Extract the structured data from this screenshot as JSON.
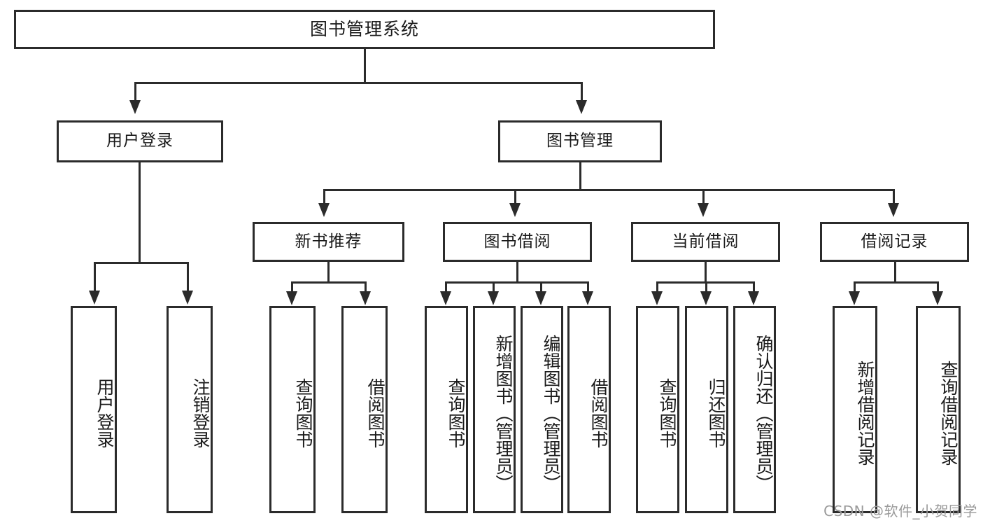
{
  "diagram": {
    "title": "图书管理系统",
    "watermark": "CSDN @软件_小贺同学",
    "accent_color": "#2b2b2b",
    "background_color": "#ffffff",
    "type": "tree-hierarchy",
    "root": {
      "label": "图书管理系统"
    },
    "level2": [
      {
        "label": "用户登录"
      },
      {
        "label": "图书管理"
      }
    ],
    "level3": [
      {
        "label": "新书推荐"
      },
      {
        "label": "图书借阅"
      },
      {
        "label": "当前借阅"
      },
      {
        "label": "借阅记录"
      }
    ],
    "leaves": {
      "user_login": [
        {
          "label": "用户登录"
        },
        {
          "label": "注销登录"
        }
      ],
      "new_book_recommend": [
        {
          "label": "查询图书"
        },
        {
          "label": "借阅图书"
        }
      ],
      "book_borrow": [
        {
          "label": "查询图书"
        },
        {
          "label": "新增图书（管理员）"
        },
        {
          "label": "编辑图书（管理员）"
        },
        {
          "label": "借阅图书"
        }
      ],
      "current_borrow": [
        {
          "label": "查询图书"
        },
        {
          "label": "归还图书"
        },
        {
          "label": "确认归还（管理员）"
        }
      ],
      "borrow_record": [
        {
          "label": "新增借阅记录"
        },
        {
          "label": "查询借阅记录"
        }
      ]
    }
  }
}
